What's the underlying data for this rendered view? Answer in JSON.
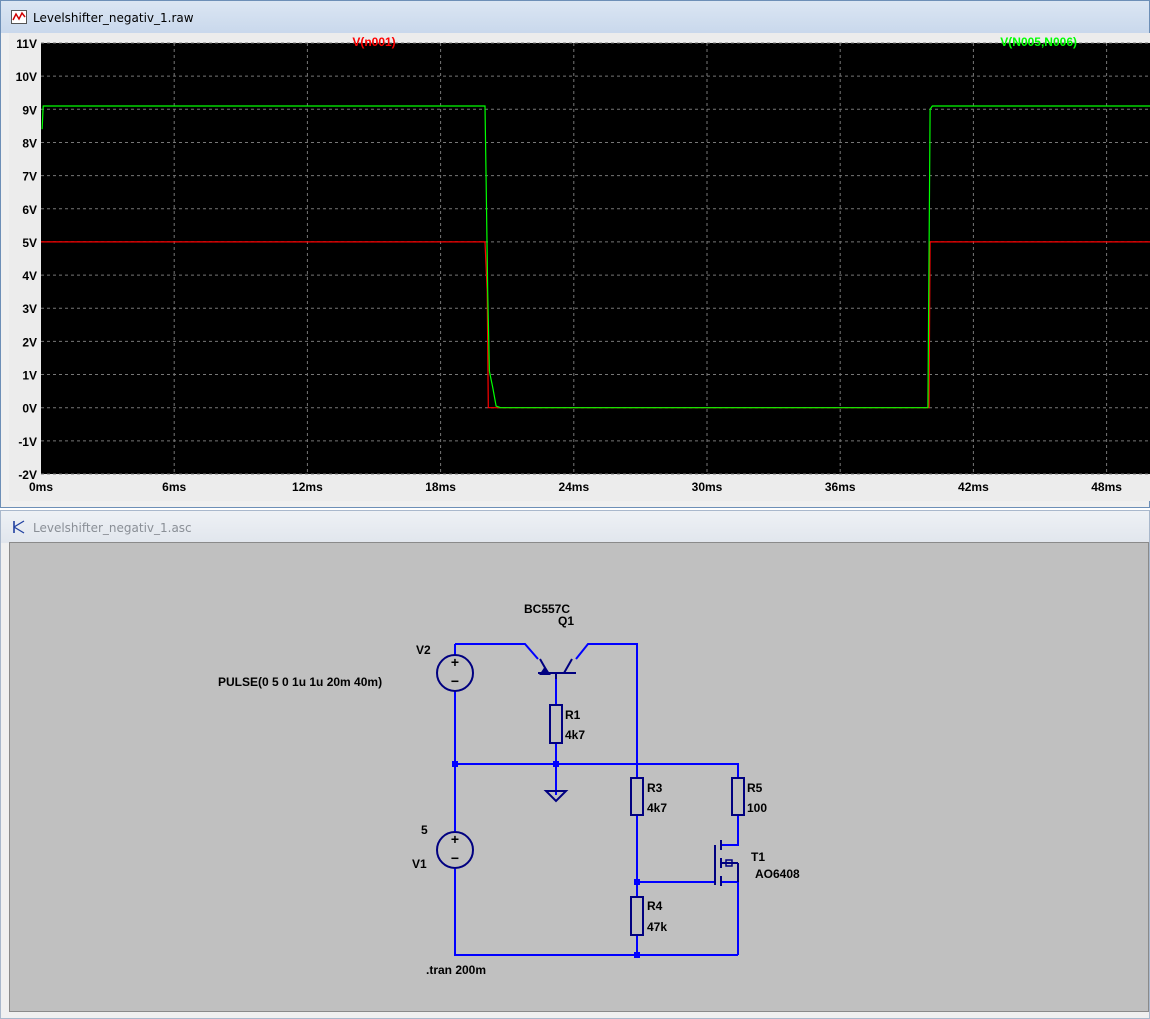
{
  "waveform_window": {
    "title": "Levelshifter_negativ_1.raw",
    "icon": "waveform-icon"
  },
  "schematic_window": {
    "title": "Levelshifter_negativ_1.asc",
    "icon": "transistor-icon"
  },
  "chart_data": {
    "type": "line",
    "background": "#000000",
    "grid": true,
    "y_ticks": [
      "11V",
      "10V",
      "9V",
      "8V",
      "7V",
      "6V",
      "5V",
      "4V",
      "3V",
      "2V",
      "1V",
      "0V",
      "-1V",
      "-2V"
    ],
    "x_ticks": [
      "0ms",
      "6ms",
      "12ms",
      "18ms",
      "24ms",
      "30ms",
      "36ms",
      "42ms",
      "48ms"
    ],
    "xlim": [
      0,
      50
    ],
    "ylim": [
      -2,
      11
    ],
    "series": [
      {
        "name": "V(n001)",
        "color": "#ff0000",
        "points": [
          [
            0,
            5
          ],
          [
            20,
            5
          ],
          [
            20.1,
            3.5
          ],
          [
            20.15,
            0
          ],
          [
            40,
            0
          ],
          [
            40.05,
            5
          ],
          [
            50,
            5
          ]
        ]
      },
      {
        "name": "V(N005,N006)",
        "color": "#00ff00",
        "points": [
          [
            0.05,
            8.4
          ],
          [
            0.1,
            9.1
          ],
          [
            20,
            9.1
          ],
          [
            20.05,
            6.9
          ],
          [
            20.12,
            3.5
          ],
          [
            20.2,
            1.1
          ],
          [
            20.35,
            0.6
          ],
          [
            20.5,
            0.05
          ],
          [
            20.7,
            0
          ],
          [
            39.95,
            0
          ],
          [
            40.05,
            9.0
          ],
          [
            40.15,
            9.1
          ],
          [
            50,
            9.1
          ]
        ]
      }
    ]
  },
  "schematic": {
    "wire_color": "#0000ff",
    "components": {
      "q1": {
        "model": "BC557C",
        "name": "Q1"
      },
      "v2": {
        "name": "V2",
        "value": "PULSE(0 5 0 1u 1u 20m 40m)"
      },
      "v1": {
        "name": "V1",
        "value": "5"
      },
      "r1": {
        "name": "R1",
        "value": "4k7"
      },
      "r3": {
        "name": "R3",
        "value": "4k7"
      },
      "r4": {
        "name": "R4",
        "value": "47k"
      },
      "r5": {
        "name": "R5",
        "value": "100"
      },
      "t1": {
        "name": "T1",
        "model": "AO6408"
      }
    },
    "directive": ".tran 200m"
  }
}
